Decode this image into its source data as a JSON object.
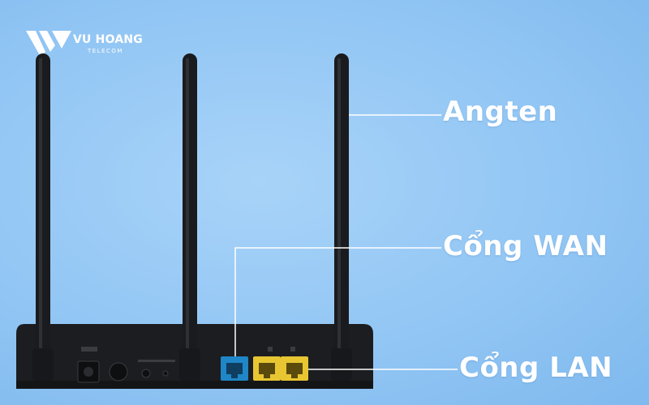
{
  "brand": {
    "name": "VU HOANG",
    "subtitle": "TELECOM"
  },
  "callouts": {
    "antenna": "Angten",
    "wan_port": "Cổng WAN",
    "lan_port": "Cổng LAN"
  },
  "colors": {
    "background": "#92c6f4",
    "router_body": "#1c1d20",
    "wan_port": "#1f86c8",
    "lan_port": "#e8c632",
    "callout_line": "#ffffff"
  }
}
